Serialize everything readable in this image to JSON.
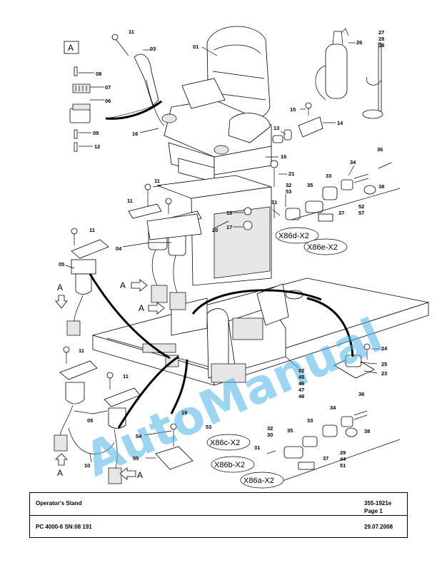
{
  "detail_view": "A",
  "callouts": {
    "c01": "01",
    "c03": "03",
    "c11a": "11",
    "c08": "08",
    "c07": "07",
    "c06": "06",
    "c09": "09",
    "c12": "12",
    "c16a": "16",
    "c16b": "16",
    "c26": "26",
    "c27": "27\n28\n18",
    "c15": "15",
    "c13": "13",
    "c14": "14",
    "c36a": "36",
    "c34a": "34",
    "c33a": "33",
    "c38a": "38",
    "c35a": "35",
    "c21": "21",
    "c3253a": "32\n53",
    "c31a": "31",
    "c18": "18",
    "c17": "17",
    "c20": "20",
    "c37a": "37",
    "c5257": "52\n57",
    "c11b": "11",
    "c11c": "11",
    "c04": "04",
    "c11d": "11",
    "c05a": "05",
    "c11e": "11",
    "c11f": "11",
    "c05b": "05",
    "c10": "10",
    "c19": "19",
    "c54": "54",
    "c53": "53",
    "c55": "55",
    "c24": "24",
    "c25": "25",
    "c23": "23",
    "c0248": "02\n45\n46\n47\n48",
    "c36b": "36",
    "c34b": "34",
    "c33b": "33",
    "c38b": "38",
    "c35b": "35",
    "c3230": "32\n30",
    "c31b": "31",
    "c37b": "37",
    "c294451": "29\n44\n51"
  },
  "connector_tags": {
    "x86d": "X86d-X2",
    "x86e": "X86e-X2",
    "x86c": "X86c-X2",
    "x86b": "X86b-X2",
    "x86a": "X86a-X2"
  },
  "view_arrows": {
    "a1": "A",
    "a2": "A",
    "a3": "A",
    "a4": "A",
    "a5": "A"
  },
  "watermark": "AutoManual",
  "title_block": {
    "title": "Operator's Stand",
    "doc_number": "355-1921e",
    "page": "Page 1",
    "machine": "PC 4000-6 SN:08 191",
    "date": "29.07.2008"
  }
}
